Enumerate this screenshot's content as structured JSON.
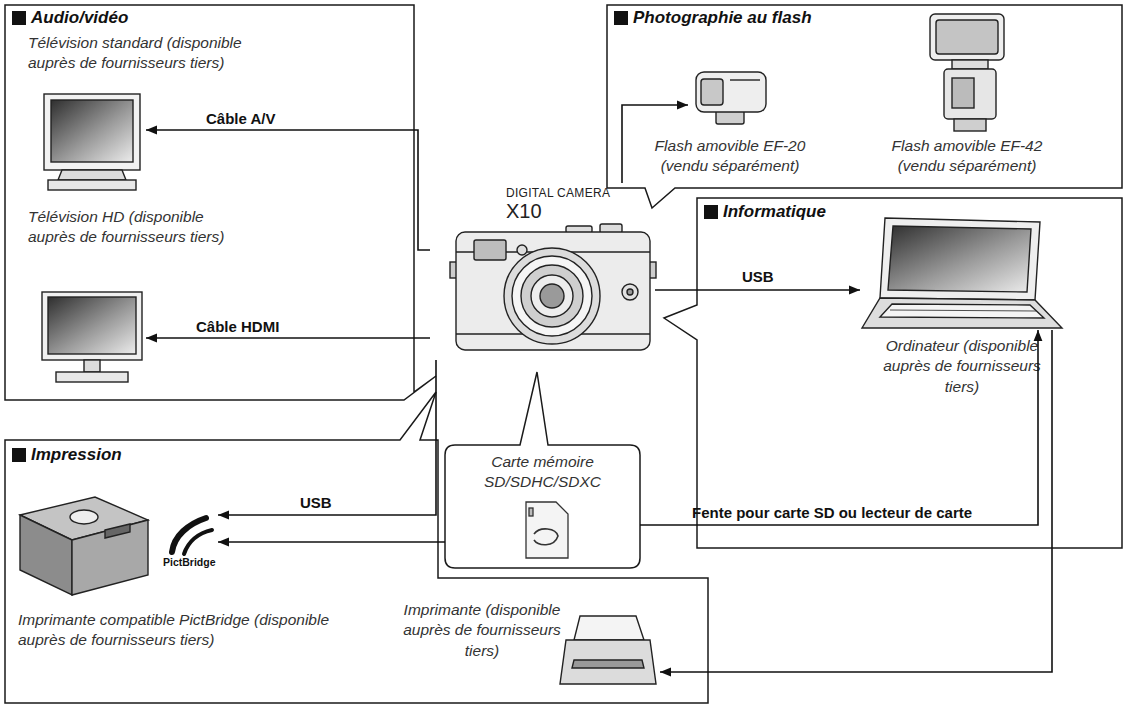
{
  "diagram": {
    "nodes": [
      {
        "text": [
          "Audio/vidéo"
        ]
      },
      {
        "text": [
          "Télévision standard (disponible auprès de fournisseurs tiers)"
        ],
        "in": 0
      },
      {
        "text": [
          "Télévision HD (disponible auprès de fournisseurs tiers)"
        ],
        "in": 0
      },
      {
        "text": [
          "Photographie au flash"
        ]
      },
      {
        "text": [
          "Flash amovible EF-20 (vendu séparément)"
        ],
        "in": 3
      },
      {
        "text": [
          "Flash amovible EF-42 (vendu séparément)"
        ],
        "in": 3
      },
      {
        "text": [
          "DIGITAL CAMERA",
          "X10"
        ]
      },
      {
        "text": [
          "Informatique"
        ]
      },
      {
        "text": [
          "Ordinateur (disponible auprès de fournisseurs tiers)"
        ],
        "in": 7
      },
      {
        "text": [
          "Impression"
        ]
      },
      {
        "text": [
          "PictBridge",
          "Imprimante compatible PictBridge (disponible auprès de fournisseurs tiers)"
        ],
        "in": 9
      },
      {
        "text": [
          "Carte mémoire SD/SDHC/SDXC"
        ]
      },
      {
        "text": [
          "Imprimante (disponible auprès de fournisseurs tiers)"
        ],
        "in": 9
      }
    ],
    "edges": [
      {
        "from": 6,
        "to": 1,
        "label": "Câble A/V",
        "arrow": "to"
      },
      {
        "from": 6,
        "to": 2,
        "label": "Câble HDMI",
        "arrow": "to"
      },
      {
        "from": 6,
        "to": 4,
        "arrow": "to"
      },
      {
        "from": 6,
        "to": 8,
        "label": "USB",
        "arrow": "to"
      },
      {
        "from": 6,
        "to": 10,
        "label": "USB",
        "arrow": "to"
      },
      {
        "from": 11,
        "to": 10,
        "arrow": "to"
      },
      {
        "from": 11,
        "to": 8,
        "label": "Fente pour carte SD ou lecteur de carte",
        "arrow": "to"
      },
      {
        "from": 8,
        "to": 12,
        "arrow": "to"
      }
    ]
  }
}
